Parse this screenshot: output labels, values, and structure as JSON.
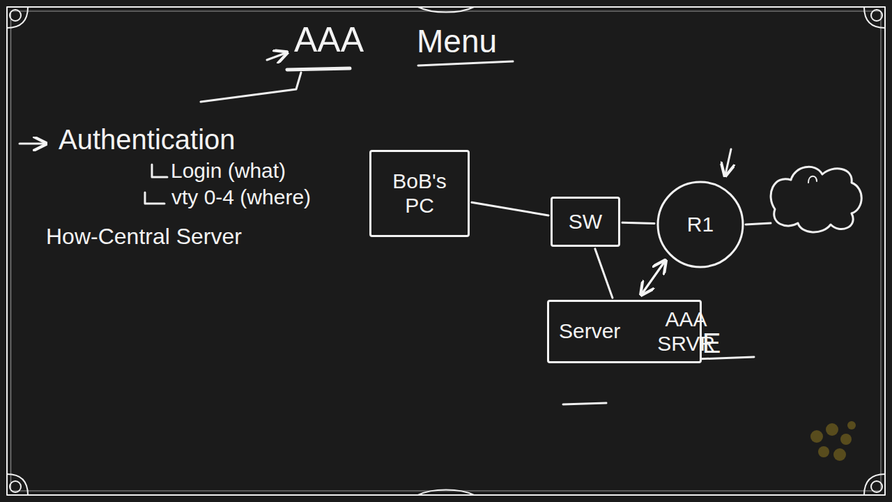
{
  "diagram": {
    "title": "AAA",
    "nodes": [
      {
        "text": [
          "BoB's PC"
        ]
      },
      {
        "text": [
          "SW"
        ]
      },
      {
        "text": [
          "R1"
        ]
      },
      {
        "text": [
          "Server",
          "AAA SRVR"
        ]
      }
    ],
    "edges": [
      {
        "from": 0,
        "to": 1,
        "arrow": "none"
      },
      {
        "from": 1,
        "to": 2,
        "arrow": "none"
      },
      {
        "from": 1,
        "to": 3,
        "arrow": "none"
      },
      {
        "from": 3,
        "to": 2,
        "arrow": "to"
      },
      {
        "from": 2,
        "to": 3,
        "arrow": "to"
      }
    ],
    "labels": [
      "Menu",
      "Authentication",
      "Login (what)",
      "vty 0-4 (where)",
      "How-Central Server",
      "ISE"
    ]
  }
}
